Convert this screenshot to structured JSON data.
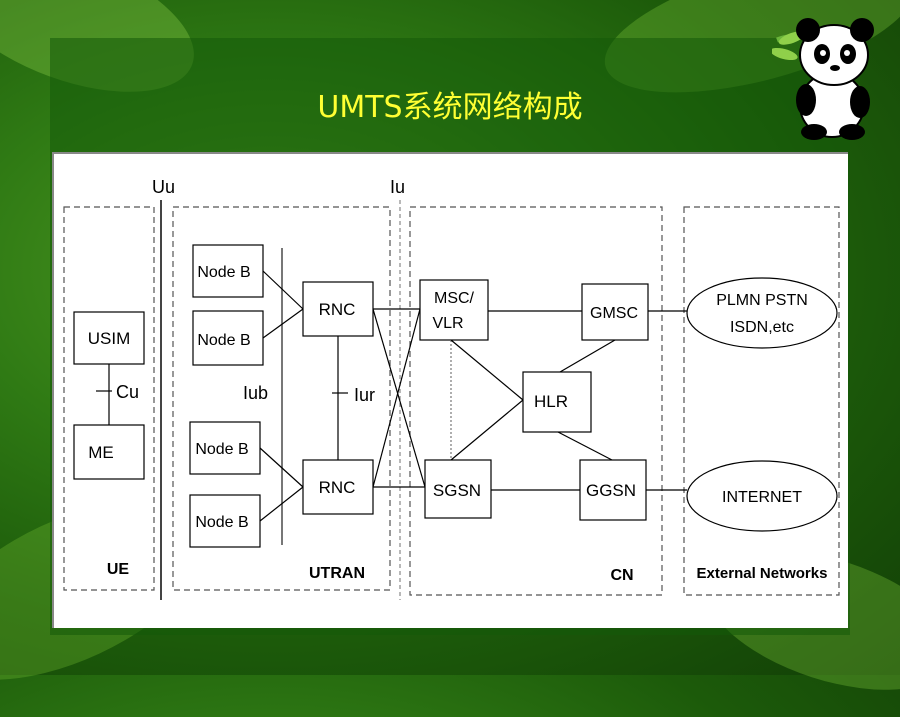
{
  "slide": {
    "title": "UMTS系统网络构成"
  },
  "interfaces": {
    "uu": "Uu",
    "iu": "Iu",
    "cu": "Cu",
    "iub": "Iub",
    "iur": "Iur"
  },
  "domains": {
    "ue": "UE",
    "utran": "UTRAN",
    "cn": "CN",
    "ext": "External Networks"
  },
  "nodes": {
    "usim": "USIM",
    "me": "ME",
    "nodeb1": "Node B",
    "nodeb2": "Node B",
    "nodeb3": "Node B",
    "nodeb4": "Node B",
    "rnc1": "RNC",
    "rnc2": "RNC",
    "msc_line1": "MSC/",
    "msc_line2": "VLR",
    "gmsc": "GMSC",
    "hlr": "HLR",
    "sgsn": "SGSN",
    "ggsn": "GGSN",
    "plmn_line1": "PLMN PSTN",
    "plmn_line2": "ISDN,etc",
    "internet": "INTERNET"
  }
}
